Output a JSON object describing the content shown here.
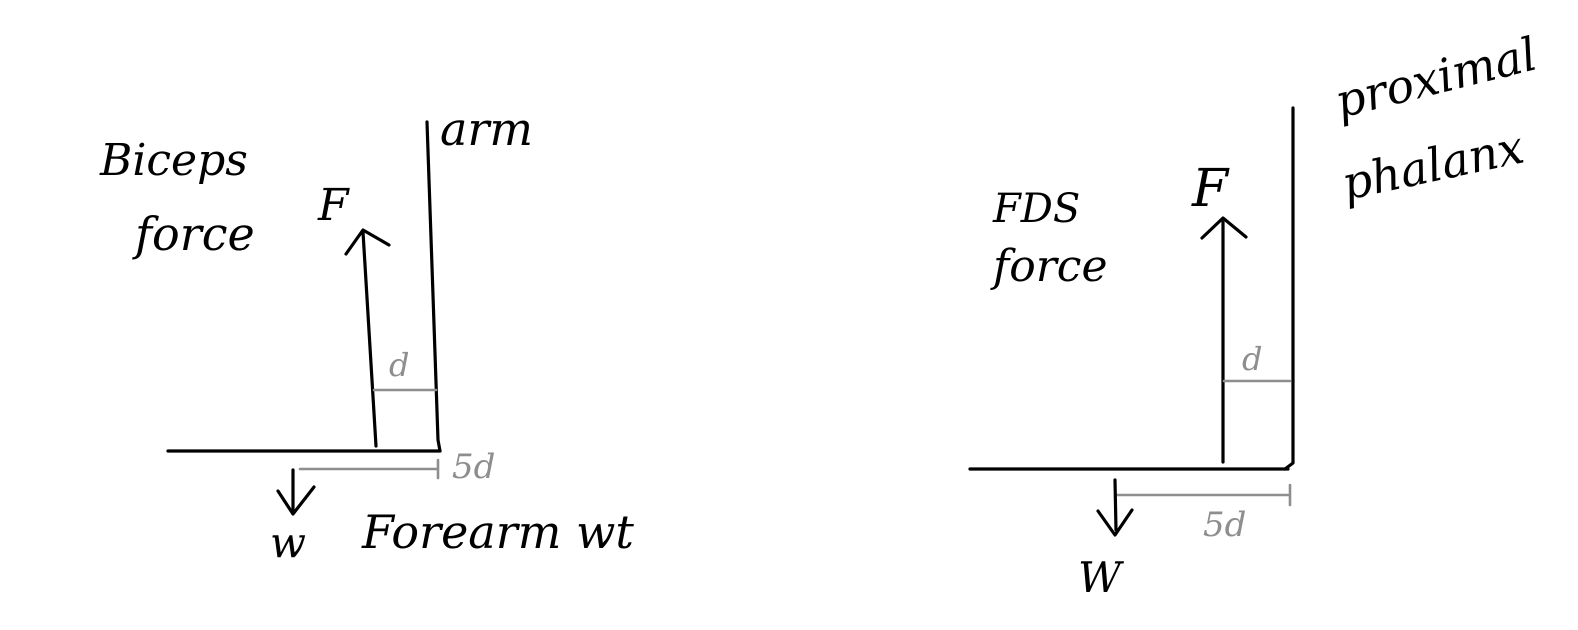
{
  "colors": {
    "ink": "#000000",
    "dimension": "#8e8e8e",
    "background": "#ffffff"
  },
  "left": {
    "label_biceps": "Biceps",
    "label_force": "force",
    "label_F": "F",
    "label_arm": "arm",
    "label_d": "d",
    "label_5d": "5d",
    "label_W": "w",
    "label_forearm": "Forearm wt"
  },
  "right": {
    "label_fds": "FDS",
    "label_force": "force",
    "label_F": "F",
    "label_proximal": "proximal",
    "label_phalanx": "phalanx",
    "label_d": "d",
    "label_5d": "5d",
    "label_W": "W"
  }
}
